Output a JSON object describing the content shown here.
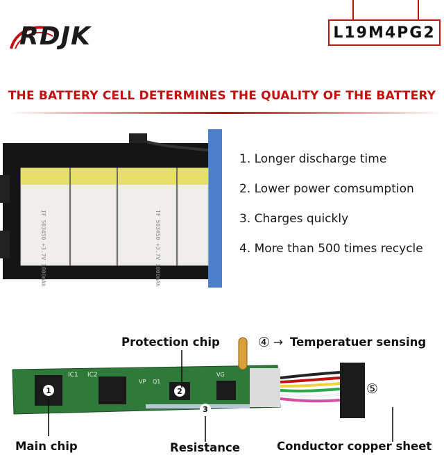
{
  "header": {
    "brand": "RDJK",
    "model": "L19M4PG2",
    "headline": "THE BATTERY CELL DETERMINES THE QUALITY OF THE BATTERY"
  },
  "battery_cells": {
    "cell_print_1": "IF 503450 +3.7V 1000mAh",
    "cell_print_2": "TF 503450 +3.7V 1000mAh"
  },
  "features": [
    "1. Longer discharge time",
    "2. Lower power comsumption",
    "3. Charges quickly",
    "4. More than 500 times recycle"
  ],
  "pcb": {
    "protection_chip": "Protection chip",
    "temp_marker": "④",
    "temp_label": "Temperatuer sensing",
    "main_chip": "Main chip",
    "resistance": "Resistance",
    "conductor_marker": "⑤",
    "conductor_label": "Conductor copper sheet",
    "board_marks": [
      "IC1",
      "IC2",
      "VP",
      "Q1",
      "VG"
    ],
    "numbers": [
      "1",
      "2",
      "3"
    ]
  },
  "colors": {
    "accent_red": "#c01010",
    "cell_yellow": "#e6e06a",
    "pcb_green": "#2f7a3a"
  }
}
